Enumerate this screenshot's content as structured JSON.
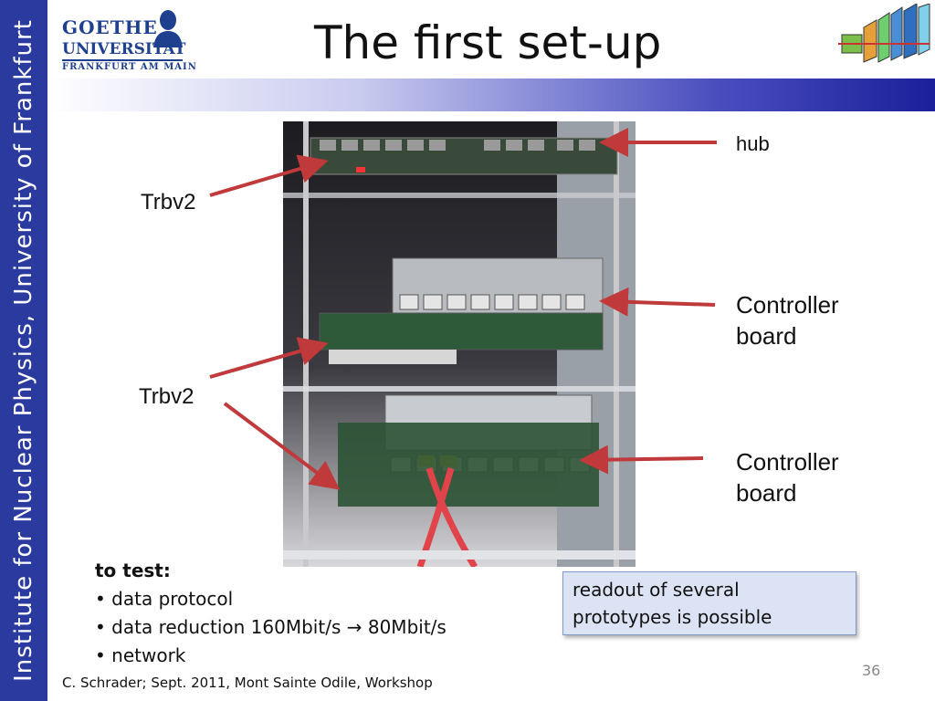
{
  "sidebar": {
    "text": "Institute for  Nuclear Physics, University of Frankfurt"
  },
  "logo": {
    "line1": "GOETHE",
    "line2": "UNIVERSITÄT",
    "line3": "FRANKFURT AM MAIN"
  },
  "slide": {
    "title": "The first set-up"
  },
  "labels": {
    "hub": "hub",
    "trbv2_top": "Trbv2",
    "trbv2_bottom": "Trbv2",
    "controller_top_line1": "Controller",
    "controller_top_line2": "board",
    "controller_bottom_line1": "Controller",
    "controller_bottom_line2": "board"
  },
  "bullets": {
    "heading": "to test:",
    "items": [
      "data protocol",
      "data reduction 160Mbit/s",
      "80Mbit/s",
      "network"
    ],
    "arrow_glyph": "→"
  },
  "callout": {
    "line1": "readout of several",
    "line2": "prototypes is possible"
  },
  "footer": {
    "text": "C. Schrader; Sept. 2011, Mont Sainte Odile, Workshop"
  },
  "page_number": "36",
  "colors": {
    "sidebar": "#2a3a9e",
    "arrow": "#c0393b",
    "callout_bg": "#dbe3f4"
  }
}
